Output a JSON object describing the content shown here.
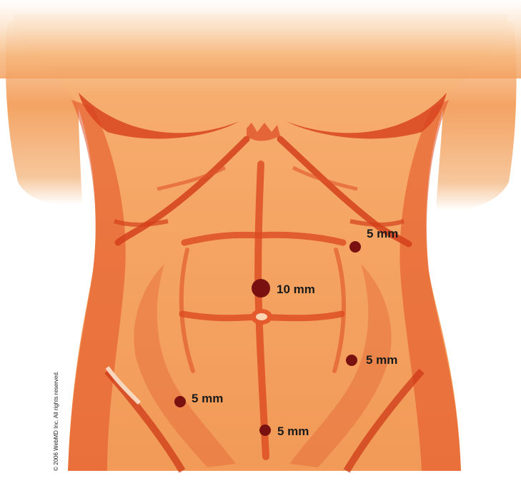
{
  "illustration": {
    "subject": "abdomen-port-sites",
    "colors": {
      "skin_light": "#f7b070",
      "skin_mid": "#f08a45",
      "skin_dark": "#e3582a",
      "skin_shadow": "#c9351b",
      "port_dot": "#7a1111",
      "background": "#ffffff"
    }
  },
  "ports": [
    {
      "id": "port-10mm-umbilical",
      "label": "10 mm",
      "size": "large"
    },
    {
      "id": "port-5mm-upper-right",
      "label": "5 mm",
      "size": "small"
    },
    {
      "id": "port-5mm-mid-right",
      "label": "5 mm",
      "size": "small"
    },
    {
      "id": "port-5mm-lower-left",
      "label": "5 mm",
      "size": "small"
    },
    {
      "id": "port-5mm-suprapubic",
      "label": "5 mm",
      "size": "small"
    }
  ],
  "copyright": "© 2006 WebMD Inc. All rights reserved."
}
